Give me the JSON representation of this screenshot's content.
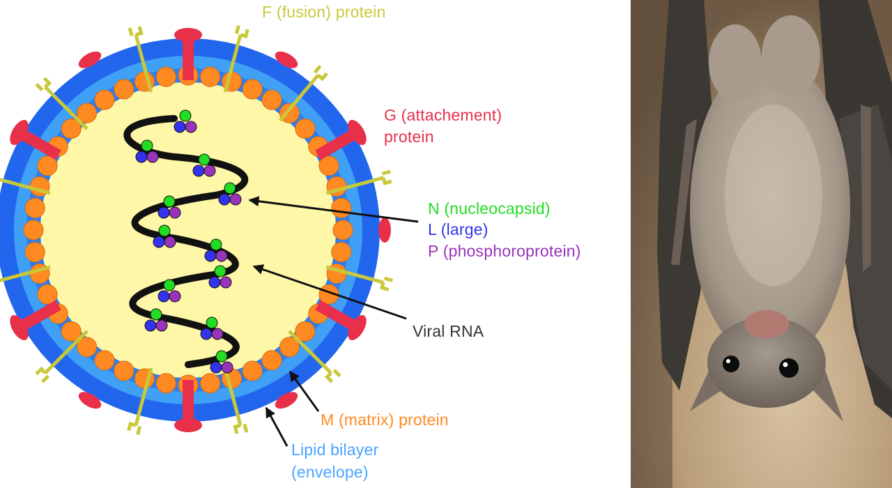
{
  "diagram": {
    "labels": {
      "f_protein": "F (fusion) protein",
      "g_protein_line1": "G (attachement)",
      "g_protein_line2": "protein",
      "n": "N (nucleocapsid)",
      "l": "L (large)",
      "p": "P (phosphoroprotein)",
      "viral_rna": "Viral RNA",
      "m_protein": "M (matrix) protein",
      "lipid_line1": "Lipid bilayer",
      "lipid_line2": "(envelope)"
    },
    "colors": {
      "f_protein": "#c8c83a",
      "g_protein": "#e8304a",
      "n": "#22dd22",
      "l": "#3333ee",
      "p": "#9933bb",
      "viral_rna": "#333333",
      "m_protein": "#ff8a22",
      "lipid": "#4aa3ff",
      "envelope_outer": "#2266ee",
      "envelope_inner": "#3fa0f5",
      "core": "#fff7a8"
    }
  },
  "photo": {
    "subject": "fruit bat hanging upside down"
  }
}
